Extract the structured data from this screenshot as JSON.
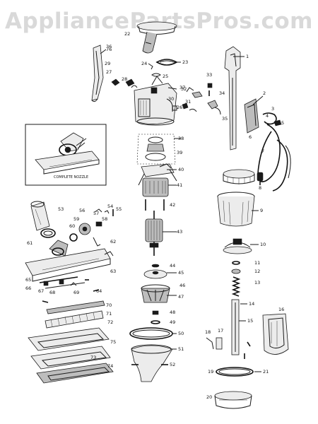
{
  "watermark": "AppliancePartsPros.com",
  "inset_caption": "COMPLETE NOZZLE",
  "callouts": [
    "1",
    "2",
    "3",
    "4",
    "5",
    "6",
    "7",
    "8",
    "9",
    "10",
    "11",
    "12",
    "13",
    "14",
    "15",
    "16",
    "17",
    "18",
    "19",
    "20",
    "21",
    "22",
    "23",
    "24",
    "25",
    "26",
    "27",
    "28",
    "29",
    "30",
    "31",
    "32",
    "33",
    "34",
    "35",
    "36",
    "37",
    "38",
    "39",
    "40",
    "41",
    "42",
    "43",
    "44",
    "45",
    "46",
    "47",
    "48",
    "49",
    "50",
    "51",
    "52",
    "53",
    "54",
    "55",
    "56",
    "57",
    "58",
    "59",
    "60",
    "61",
    "62",
    "63",
    "64",
    "65",
    "66",
    "67",
    "68",
    "69",
    "70",
    "71",
    "72",
    "73",
    "74",
    "75",
    "76"
  ]
}
